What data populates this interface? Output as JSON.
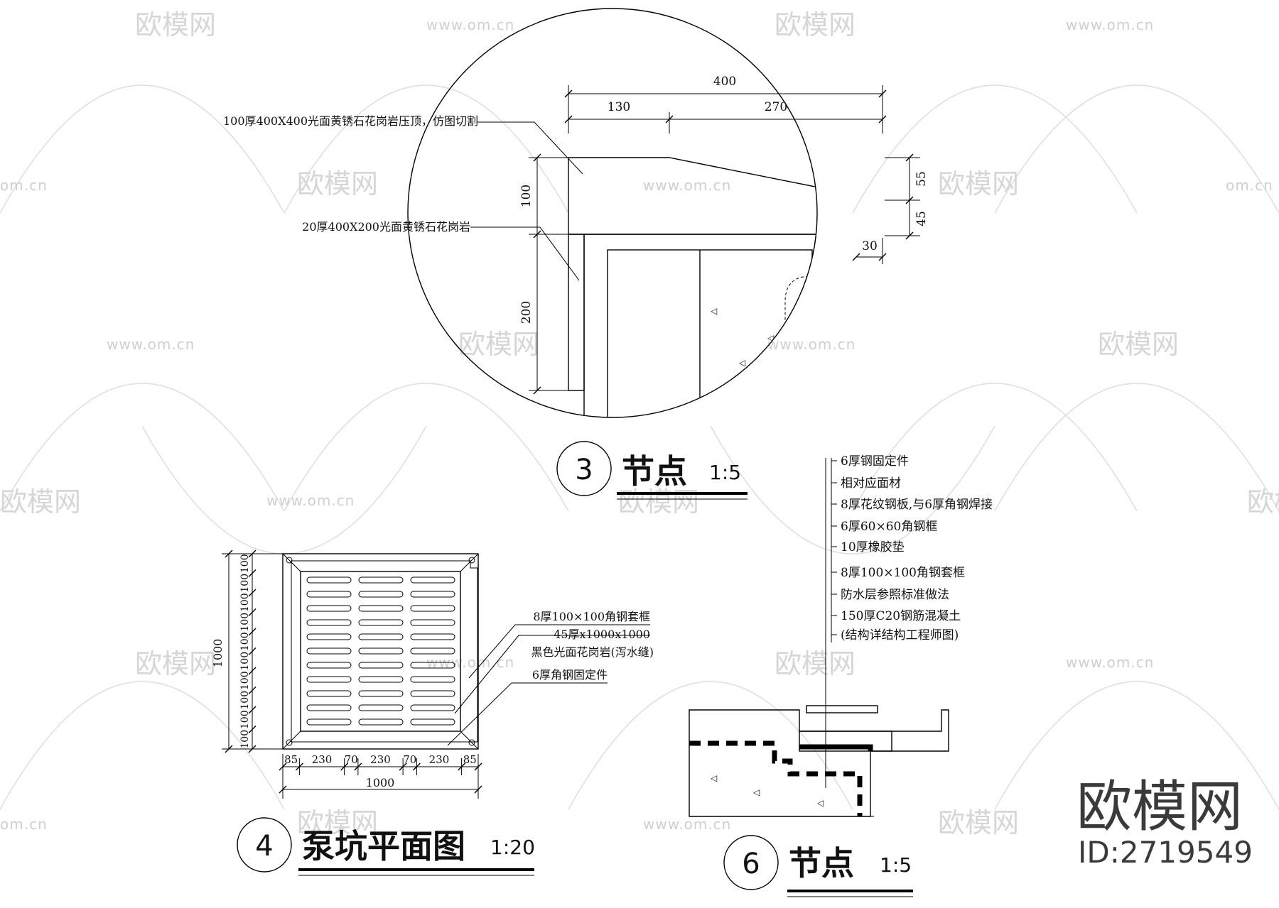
{
  "watermark": {
    "brand": "欧模网",
    "site": "www.om.cn",
    "site_fragment": "om.cn",
    "brand_fragment": "欧模网"
  },
  "brand_mark": {
    "name": "欧模网",
    "id": "ID:2719549"
  },
  "detail3": {
    "number": "3",
    "title": "节点",
    "scale": "1:5",
    "dims": {
      "total_width": "400",
      "left_width": "130",
      "right_width": "270",
      "cap_height": "100",
      "upper_right": "55",
      "lower_right": "45",
      "offset": "30",
      "lower_height": "200"
    },
    "notes": {
      "cap": "100厚400X400光面黄锈石花岗岩压顶，仿图切割",
      "facing": "20厚400X200光面黄锈石花岗岩"
    }
  },
  "detail4": {
    "number": "4",
    "title": "泵坑平面图",
    "scale": "1:20",
    "left_dim_total": "1000",
    "left_dims": [
      "100",
      "100",
      "100",
      "100",
      "100",
      "100",
      "100",
      "100",
      "100",
      "100"
    ],
    "bottom_dims": [
      "85",
      "230",
      "70",
      "230",
      "70",
      "230",
      "85"
    ],
    "bottom_total": "1000",
    "notes": [
      "8厚100×100角钢套框",
      "45厚x1000x1000",
      "黑色光面花岗岩(泻水缝)",
      "6厚角钢固定件"
    ]
  },
  "detail6": {
    "number": "6",
    "title": "节点",
    "scale": "1:5",
    "notes": [
      "6厚钢固定件",
      "相对应面材",
      "8厚花纹钢板,与6厚角钢焊接",
      "6厚60×60角钢框",
      "10厚橡胶垫",
      "8厚100×100角钢套框",
      "防水层参照标准做法",
      "150厚C20钢筋混凝土",
      "(结构详结构工程师图)"
    ]
  }
}
